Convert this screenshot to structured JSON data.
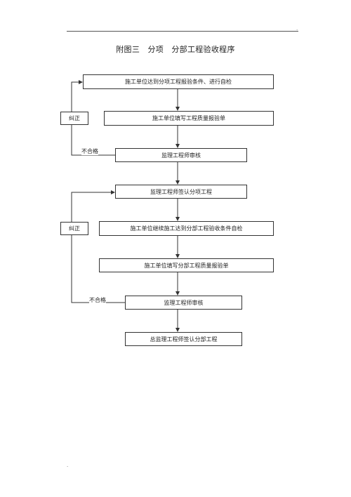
{
  "header": {
    "mark_top": ".",
    "mark_bottom": "."
  },
  "title": "附图三　分项　分部工程验收程序",
  "flow": {
    "step1": "施工单位达到分项工程报验条件、进行自检",
    "step2": "施工单位填写工程质量报验单",
    "step3": "监理工程师审核",
    "step4": "监理工程师签认分项工程",
    "step5": "施工单位继续施工达到分部工程验收条件自检",
    "step6": "施工单位填写分部工程质量报验单",
    "step7": "监理工程师审核",
    "step8": "总监理工程师签认分部工程"
  },
  "loops": {
    "correct_1": "纠正",
    "correct_2": "纠正",
    "fail_1": "不合格",
    "fail_2": "不合格"
  }
}
